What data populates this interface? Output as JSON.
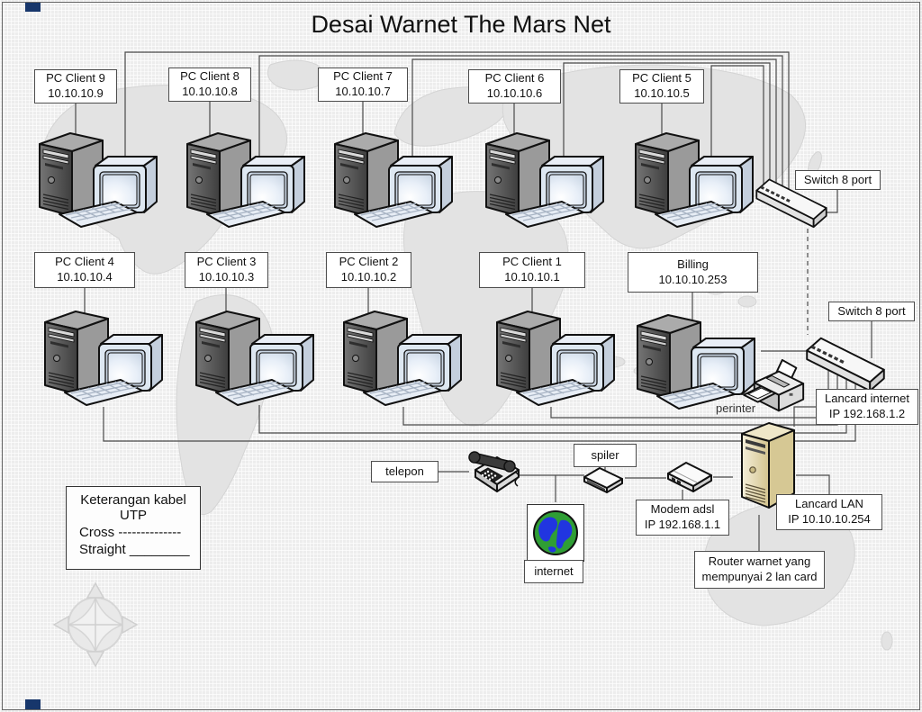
{
  "title": "Desai Warnet The Mars Net",
  "pcs": [
    {
      "name": "PC Client 9",
      "ip": "10.10.10.9"
    },
    {
      "name": "PC Client 8",
      "ip": "10.10.10.8"
    },
    {
      "name": "PC Client 7",
      "ip": "10.10.10.7"
    },
    {
      "name": "PC Client 6",
      "ip": "10.10.10.6"
    },
    {
      "name": "PC Client 5",
      "ip": "10.10.10.5"
    },
    {
      "name": "PC Client 4",
      "ip": "10.10.10.4"
    },
    {
      "name": "PC Client 3",
      "ip": "10.10.10.3"
    },
    {
      "name": "PC Client 2",
      "ip": "10.10.10.2"
    },
    {
      "name": "PC Client 1",
      "ip": "10.10.10.1"
    },
    {
      "name": "Billing",
      "ip": "10.10.10.253"
    }
  ],
  "switches": {
    "top": "Switch 8 port",
    "mid": "Switch 8 port"
  },
  "labels": {
    "lancard_internet_1": "Lancard internet",
    "lancard_internet_2": "IP 192.168.1.2",
    "lancard_lan_1": "Lancard LAN",
    "lancard_lan_2": "IP 10.10.10.254",
    "modem_1": "Modem adsl",
    "modem_2": "IP 192.168.1.1",
    "router_1": "Router warnet yang",
    "router_2": "mempunyai 2 lan card",
    "telepon": "telepon",
    "spiler": "spiler",
    "internet": "internet",
    "printer": "perinter"
  },
  "legend": {
    "title_1": "Keterangan kabel",
    "title_2": "UTP",
    "cross": "Cross --------------",
    "straight": "Straight ________"
  },
  "colors": {
    "wire": "#4a4a4a",
    "corner_marker": "#17366b",
    "router_body": "#e6dcb4",
    "globe_sea": "#2f9e35",
    "globe_land": "#2135e0",
    "map_land": "#e3e3e3"
  }
}
